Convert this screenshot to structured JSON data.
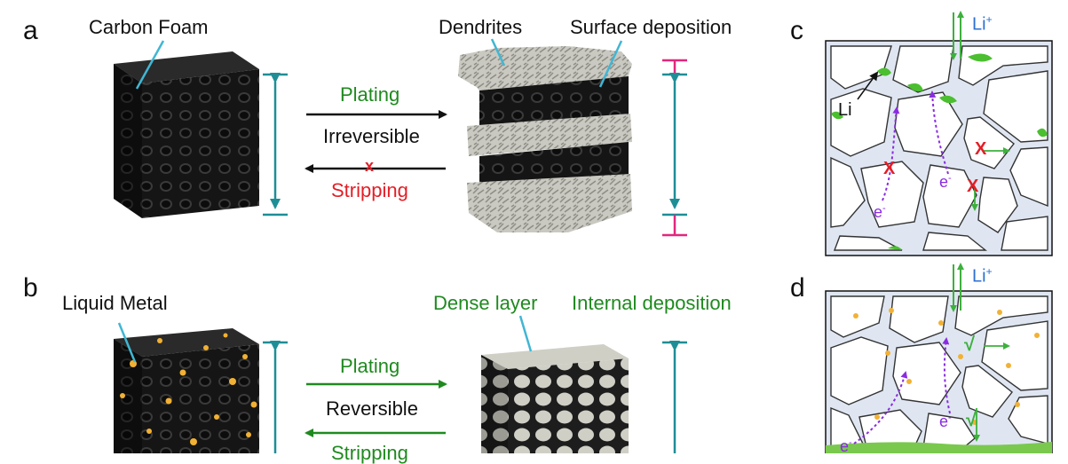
{
  "panels": {
    "a": {
      "letter": "a",
      "left_label": "Carbon Foam",
      "right_label_1": "Dendrites",
      "right_label_2": "Surface deposition",
      "arrow_top": "Plating",
      "arrow_middle": "Irreversible",
      "arrow_bottom_mark": "x",
      "arrow_bottom": "Stripping"
    },
    "b": {
      "letter": "b",
      "left_label": "Liquid Metal",
      "right_label_1": "Dense layer",
      "right_label_2": "Internal deposition",
      "arrow_top": "Plating",
      "arrow_middle": "Reversible",
      "arrow_bottom": "Stripping"
    },
    "c": {
      "letter": "c",
      "li_ion": "Li",
      "li_ion_sup": "+",
      "li_label": "Li",
      "electron": "e",
      "electron_sup": "-",
      "block_mark": "X"
    },
    "d": {
      "letter": "d",
      "li_ion": "Li",
      "li_ion_sup": "+",
      "electron": "e",
      "electron_sup": "-",
      "ok_mark": "√"
    }
  },
  "colors": {
    "teal": "#1e8e96",
    "magenta": "#e2267d",
    "green": "#1f8a1f",
    "red": "#e41e26",
    "blue": "#2c6fd1",
    "purple": "#8a2be2",
    "foam": "#1a1a1a",
    "lithium": "#d9d9d2",
    "pore_fill": "#e4ecf7",
    "droplet": "#f2b134",
    "li_green": "#4bbf2f"
  }
}
